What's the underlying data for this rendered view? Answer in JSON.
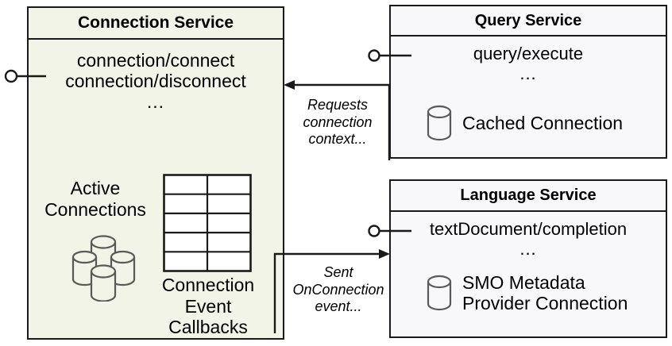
{
  "diagram": {
    "title": "Connection Service component diagram",
    "colors": {
      "connection_service_fill": "#f2f4e8",
      "service_fill": "#f8f8fb",
      "stroke": "#1a1a1a",
      "artifact_stroke": "#595959",
      "background": "#ffffff"
    }
  },
  "connection_service": {
    "title": "Connection Service",
    "endpoints": [
      "connection/connect",
      "connection/disconnect"
    ],
    "ellipsis": "...",
    "active_connections_label": "Active\nConnections",
    "active_connections_line1": "Active",
    "active_connections_line2": "Connections",
    "callbacks_label_line1": "Connection",
    "callbacks_label_line2": "Event",
    "callbacks_label_line3": "Callbacks",
    "cylinder_stack_icon": "database-stack-icon",
    "table_icon": "table-grid-icon",
    "table_rows": 5,
    "table_cols": 2,
    "lollipop_icon": "provided-interface-lollipop"
  },
  "query_service": {
    "title": "Query Service",
    "endpoints": [
      "query/execute"
    ],
    "ellipsis": "...",
    "artifact_label": "Cached Connection",
    "artifact_icon": "database-cylinder-icon",
    "lollipop_icon": "provided-interface-lollipop"
  },
  "language_service": {
    "title": "Language Service",
    "endpoints": [
      "textDocument/completion"
    ],
    "ellipsis": "...",
    "artifact_label_line1": "SMO Metadata",
    "artifact_label_line2": "Provider Connection",
    "artifact_icon": "database-cylinder-icon",
    "lollipop_icon": "provided-interface-lollipop"
  },
  "edges": [
    {
      "id": "query-to-connection",
      "label_line1": "Requests",
      "label_line2": "connection",
      "label_line3": "context...",
      "direction": "right-to-left"
    },
    {
      "id": "connection-to-language",
      "label_line1": "Sent",
      "label_line2": "OnConnection",
      "label_line3": "event...",
      "direction": "left-to-right"
    }
  ]
}
